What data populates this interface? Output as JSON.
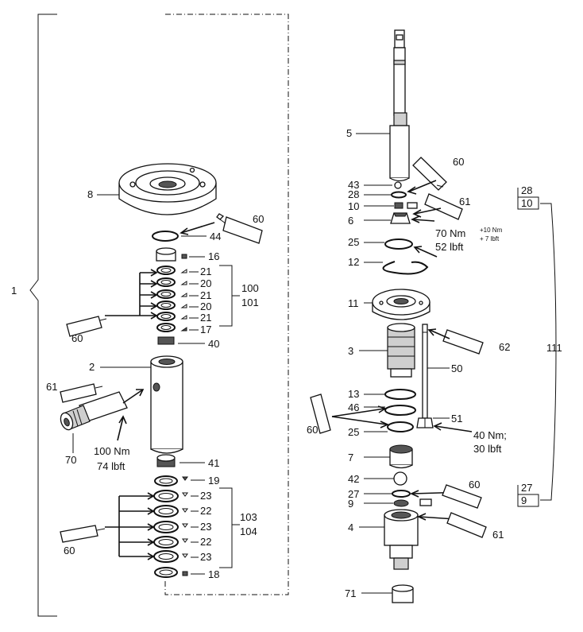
{
  "parts": {
    "p1": "1",
    "p2": "2",
    "p3": "3",
    "p4": "4",
    "p5": "5",
    "p6": "6",
    "p7": "7",
    "p8": "8",
    "p9": "9",
    "p10": "10",
    "p11": "11",
    "p12": "12",
    "p13": "13",
    "p16": "16",
    "p17": "17",
    "p18": "18",
    "p19": "19",
    "p20": "20",
    "p21": "21",
    "p22": "22",
    "p23": "23",
    "p25": "25",
    "p27": "27",
    "p28": "28",
    "p40": "40",
    "p41": "41",
    "p42": "42",
    "p43": "43",
    "p44": "44",
    "p46": "46",
    "p50": "50",
    "p51": "51",
    "p70": "70",
    "p71": "71",
    "p100": "100",
    "p101": "101",
    "p103": "103",
    "p104": "104",
    "p111": "111"
  },
  "lubricants": {
    "l60": "60",
    "l61": "61",
    "l62": "62"
  },
  "torques": {
    "t100nm": "100 Nm",
    "t74lbft": "74 lbft",
    "t70nm": "70 Nm",
    "t70nm_tol": "+10 Nm",
    "t52lbft": "52 lbft",
    "t52lbft_tol": "+ 7 lbft",
    "t40nm": "40 Nm;",
    "t30lbft": "30 lbft"
  },
  "kit_boxes": {
    "upper": {
      "a": "28",
      "b": "10"
    },
    "lower": {
      "a": "27",
      "b": "9"
    }
  }
}
